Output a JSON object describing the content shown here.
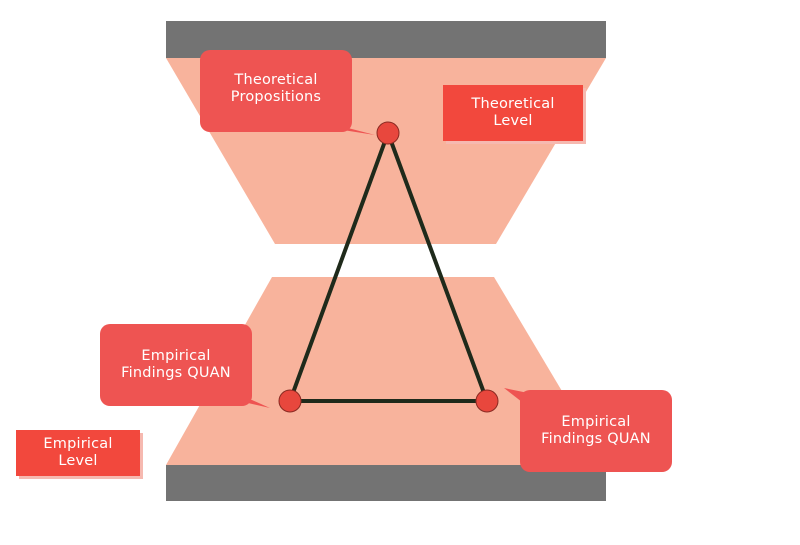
{
  "colors": {
    "bar": "#737373",
    "band": "#f8b39c",
    "callout": "#ee5452",
    "level_box": "#f2483d",
    "triangle_line": "#1f2a1b",
    "node": "#e8473d"
  },
  "callouts": {
    "theoretical_propositions": "Theoretical\nPropositions",
    "empirical_findings_left": "Empirical\nFindings QUAN",
    "empirical_findings_right": "Empirical\nFindings QUAN"
  },
  "levels": {
    "theoretical": "Theoretical\nLevel",
    "empirical": "Empirical\nLevel"
  }
}
